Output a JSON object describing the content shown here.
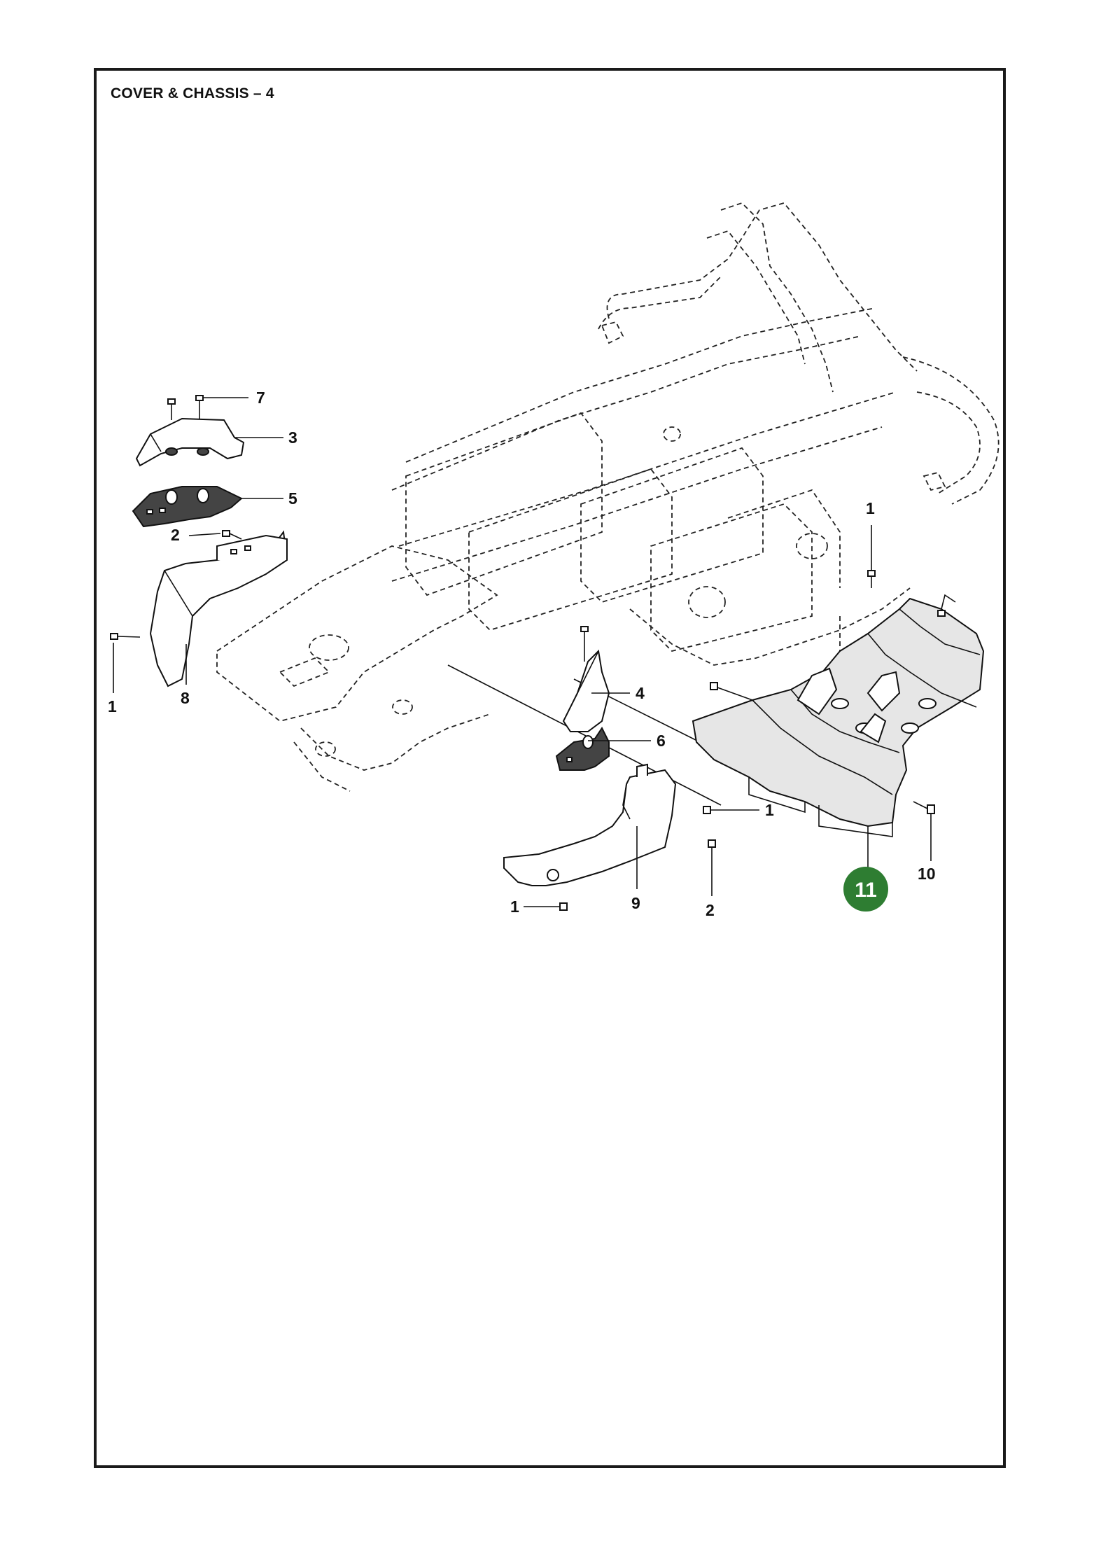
{
  "title": "COVER & CHASSIS – 4",
  "colors": {
    "highlight": "#2e7d32",
    "line": "#111111"
  },
  "callouts": {
    "c7": "7",
    "c3": "3",
    "c5": "5",
    "c2a": "2",
    "c1a": "1",
    "c8": "8",
    "c4": "4",
    "c6": "6",
    "c1b": "1",
    "c1c": "1",
    "c9": "9",
    "c2b": "2",
    "c1d": "1",
    "c10": "10",
    "c11": "11"
  }
}
